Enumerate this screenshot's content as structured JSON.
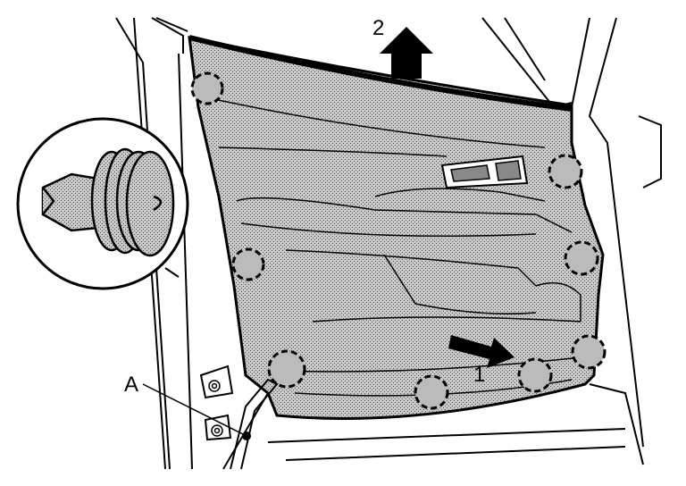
{
  "labels": {
    "a": "A",
    "step1": "1",
    "step2": "2"
  },
  "colors": {
    "ink": "#000000",
    "panel_fill": "#bdbdbd",
    "background": "#ffffff"
  },
  "icons": {
    "clip": "trim-clip-icon",
    "arrow": "removal-arrow-icon",
    "marker": "clip-location-marker"
  }
}
